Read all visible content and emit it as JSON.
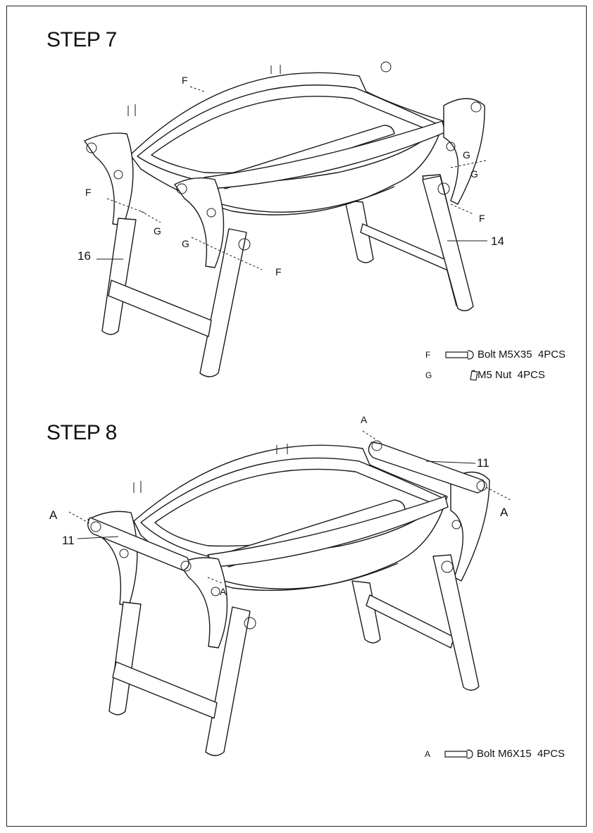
{
  "step7": {
    "title": "STEP 7",
    "callouts": {
      "f1": "F",
      "f2": "F",
      "f3": "F",
      "f4": "F",
      "g1": "G",
      "g2": "G",
      "g3": "G",
      "g4": "G",
      "part16": "16",
      "part14": "14"
    },
    "legend": [
      {
        "letter": "F",
        "icon": "bolt-icon",
        "text": "Bolt M5X35  4PCS"
      },
      {
        "letter": "G",
        "icon": "nut-icon",
        "text": "M5 Nut  4PCS"
      }
    ]
  },
  "step8": {
    "title": "STEP 8",
    "callouts": {
      "a1": "A",
      "a2": "A",
      "a3": "A",
      "a4": "A",
      "part11a": "11",
      "part11b": "11"
    },
    "legend": [
      {
        "letter": "A",
        "icon": "bolt-icon",
        "text": "Bolt M6X15  4PCS"
      }
    ]
  },
  "colors": {
    "line": "#1a1a1a",
    "background": "#ffffff"
  }
}
